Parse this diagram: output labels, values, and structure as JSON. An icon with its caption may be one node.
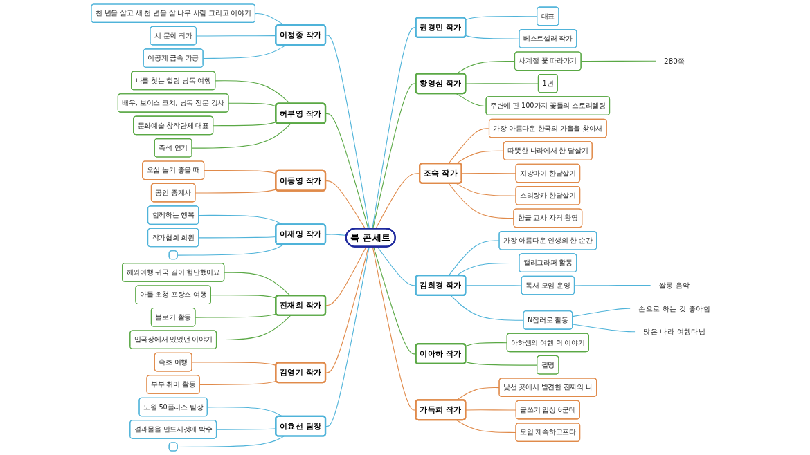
{
  "diagram": {
    "nodes": [
      {
        "text": [
          "북 콘세트"
        ]
      },
      {
        "text": [
          "이정종 작가"
        ]
      },
      {
        "text": [
          "천 년을 살고 새 천 년을 살 나무 사람 그리고 이야기"
        ]
      },
      {
        "text": [
          "시 문학 작가"
        ]
      },
      {
        "text": [
          "이공계 금속 가공"
        ]
      },
      {
        "text": [
          "허부영 작가"
        ]
      },
      {
        "text": [
          "나를 찾는 힐링 낭독 여행"
        ]
      },
      {
        "text": [
          "배우, 보이스 코치, 낭독 전문 강사"
        ]
      },
      {
        "text": [
          "문화예술 창작단체 대표"
        ]
      },
      {
        "text": [
          "즉석 연기"
        ]
      },
      {
        "text": [
          "이동영 작가"
        ]
      },
      {
        "text": [
          "오십 놀기 좋을 때"
        ]
      },
      {
        "text": [
          "공인 중계사"
        ]
      },
      {
        "text": [
          "이재명 작가"
        ]
      },
      {
        "text": [
          "함께하는 행복"
        ]
      },
      {
        "text": [
          "작가협회 회원"
        ]
      },
      {
        "text": [],
        "shape": "box"
      },
      {
        "text": [
          "진재희 작가"
        ]
      },
      {
        "text": [
          "해외여행 귀국 길이 험난했어요"
        ]
      },
      {
        "text": [
          "아들 초청 프랑스 여행"
        ]
      },
      {
        "text": [
          "블로거 활동"
        ]
      },
      {
        "text": [
          "입국장에서 있었던 이야기"
        ]
      },
      {
        "text": [
          "김영기 작가"
        ]
      },
      {
        "text": [
          "속초 여행"
        ]
      },
      {
        "text": [
          "부부 취미 활동"
        ]
      },
      {
        "text": [
          "이효선 팀장"
        ]
      },
      {
        "text": [
          "노원 50플러스 팀장"
        ]
      },
      {
        "text": [
          "결과물을 만드시것에 박수"
        ]
      },
      {
        "text": [],
        "shape": "box"
      },
      {
        "text": [
          "권경민 작가"
        ]
      },
      {
        "text": [
          "대표"
        ]
      },
      {
        "text": [
          "베스트셀러 작가"
        ]
      },
      {
        "text": [
          "황영심 작가"
        ]
      },
      {
        "text": [
          "사계절 꽃 따라가기"
        ]
      },
      {
        "text": [
          "280쪽"
        ]
      },
      {
        "text": [
          "1년"
        ]
      },
      {
        "text": [
          "주변에 핀 100가지 꽃들의 스토리텔링"
        ]
      },
      {
        "text": [
          "조숙 작가"
        ]
      },
      {
        "text": [
          "가장 아름다운 한국의 가을을 찾아서"
        ]
      },
      {
        "text": [
          "따뜻한 나라에서 한 달살기"
        ]
      },
      {
        "text": [
          "치앙마이 한달살기"
        ]
      },
      {
        "text": [
          "스리랑카 한달살기"
        ]
      },
      {
        "text": [
          "한글 교사 자격 환영"
        ]
      },
      {
        "text": [
          "김희경 작가"
        ]
      },
      {
        "text": [
          "가장 아름다운 인생의 한 순간"
        ]
      },
      {
        "text": [
          "캘리그라퍼 활동"
        ]
      },
      {
        "text": [
          "독서 모임 운영"
        ]
      },
      {
        "text": [
          "쌀롱 음악"
        ]
      },
      {
        "text": [
          "N잡러로 활동"
        ]
      },
      {
        "text": [
          "손으로 하는 것 좋아함"
        ]
      },
      {
        "text": [
          "많은 나라 여행다님"
        ]
      },
      {
        "text": [
          "이아하 작가"
        ]
      },
      {
        "text": [
          "아하샘의 여행 락 이야기"
        ]
      },
      {
        "text": [
          "필명"
        ]
      },
      {
        "text": [
          "가득희 작가"
        ]
      },
      {
        "text": [
          "낯선 곳에서 발견한 진짜의 나"
        ]
      },
      {
        "text": [
          "글쓰기 입상 6군데"
        ]
      },
      {
        "text": [
          "모임 계속하고프다"
        ]
      }
    ],
    "edges": [
      {
        "from": 2,
        "to": 1,
        "arrow": "none"
      },
      {
        "from": 3,
        "to": 1,
        "arrow": "none"
      },
      {
        "from": 4,
        "to": 1,
        "arrow": "none"
      },
      {
        "from": 1,
        "to": 0,
        "arrow": "none"
      },
      {
        "from": 6,
        "to": 5,
        "arrow": "none",
        "color": "#5aa845"
      },
      {
        "from": 7,
        "to": 5,
        "arrow": "none",
        "color": "#5aa845"
      },
      {
        "from": 8,
        "to": 5,
        "arrow": "none",
        "color": "#5aa845"
      },
      {
        "from": 9,
        "to": 5,
        "arrow": "none",
        "color": "#5aa845"
      },
      {
        "from": 5,
        "to": 0,
        "arrow": "none",
        "color": "#5aa845"
      },
      {
        "from": 11,
        "to": 10,
        "arrow": "none",
        "color": "#e08a4a"
      },
      {
        "from": 12,
        "to": 10,
        "arrow": "none",
        "color": "#e08a4a"
      },
      {
        "from": 10,
        "to": 0,
        "arrow": "none",
        "color": "#e08a4a"
      },
      {
        "from": 14,
        "to": 13,
        "arrow": "none"
      },
      {
        "from": 15,
        "to": 13,
        "arrow": "none"
      },
      {
        "from": 16,
        "to": 13,
        "arrow": "none"
      },
      {
        "from": 13,
        "to": 0,
        "arrow": "none"
      },
      {
        "from": 18,
        "to": 17,
        "arrow": "none",
        "color": "#5aa845"
      },
      {
        "from": 19,
        "to": 17,
        "arrow": "none",
        "color": "#5aa845"
      },
      {
        "from": 20,
        "to": 17,
        "arrow": "none",
        "color": "#5aa845"
      },
      {
        "from": 21,
        "to": 17,
        "arrow": "none",
        "color": "#5aa845"
      },
      {
        "from": 17,
        "to": 0,
        "arrow": "none",
        "color": "#e08a4a"
      },
      {
        "from": 23,
        "to": 22,
        "arrow": "none",
        "color": "#e08a4a"
      },
      {
        "from": 24,
        "to": 22,
        "arrow": "none",
        "color": "#e08a4a"
      },
      {
        "from": 22,
        "to": 0,
        "arrow": "none",
        "color": "#e08a4a"
      },
      {
        "from": 26,
        "to": 25,
        "arrow": "none"
      },
      {
        "from": 27,
        "to": 25,
        "arrow": "none"
      },
      {
        "from": 28,
        "to": 25,
        "arrow": "none"
      },
      {
        "from": 25,
        "to": 0,
        "arrow": "none"
      },
      {
        "from": 0,
        "to": 29,
        "arrow": "none"
      },
      {
        "from": 29,
        "to": 30,
        "arrow": "none"
      },
      {
        "from": 29,
        "to": 31,
        "arrow": "none"
      },
      {
        "from": 0,
        "to": 32,
        "arrow": "none",
        "color": "#5aa845"
      },
      {
        "from": 32,
        "to": 33,
        "arrow": "none",
        "color": "#5aa845"
      },
      {
        "from": 33,
        "to": 34,
        "arrow": "none",
        "color": "#5aa845"
      },
      {
        "from": 32,
        "to": 35,
        "arrow": "none",
        "color": "#5aa845"
      },
      {
        "from": 32,
        "to": 36,
        "arrow": "none",
        "color": "#5aa845"
      },
      {
        "from": 0,
        "to": 37,
        "arrow": "none",
        "color": "#e08a4a"
      },
      {
        "from": 37,
        "to": 38,
        "arrow": "none",
        "color": "#e08a4a"
      },
      {
        "from": 37,
        "to": 39,
        "arrow": "none",
        "color": "#e08a4a"
      },
      {
        "from": 37,
        "to": 40,
        "arrow": "none",
        "color": "#e08a4a"
      },
      {
        "from": 37,
        "to": 41,
        "arrow": "none",
        "color": "#e08a4a"
      },
      {
        "from": 37,
        "to": 42,
        "arrow": "none",
        "color": "#e08a4a"
      },
      {
        "from": 0,
        "to": 43,
        "arrow": "none"
      },
      {
        "from": 43,
        "to": 44,
        "arrow": "none"
      },
      {
        "from": 43,
        "to": 45,
        "arrow": "none"
      },
      {
        "from": 43,
        "to": 46,
        "arrow": "none"
      },
      {
        "from": 46,
        "to": 47,
        "arrow": "none"
      },
      {
        "from": 43,
        "to": 48,
        "arrow": "none"
      },
      {
        "from": 48,
        "to": 49,
        "arrow": "none"
      },
      {
        "from": 48,
        "to": 50,
        "arrow": "none"
      },
      {
        "from": 0,
        "to": 51,
        "arrow": "none",
        "color": "#5aa845"
      },
      {
        "from": 51,
        "to": 52,
        "arrow": "none",
        "color": "#5aa845"
      },
      {
        "from": 51,
        "to": 53,
        "arrow": "none",
        "color": "#5aa845"
      },
      {
        "from": 0,
        "to": 54,
        "arrow": "none",
        "color": "#e08a4a"
      },
      {
        "from": 54,
        "to": 55,
        "arrow": "none",
        "color": "#e08a4a"
      },
      {
        "from": 54,
        "to": 56,
        "arrow": "none",
        "color": "#e08a4a"
      },
      {
        "from": 54,
        "to": 57,
        "arrow": "none",
        "color": "#e08a4a"
      }
    ]
  }
}
